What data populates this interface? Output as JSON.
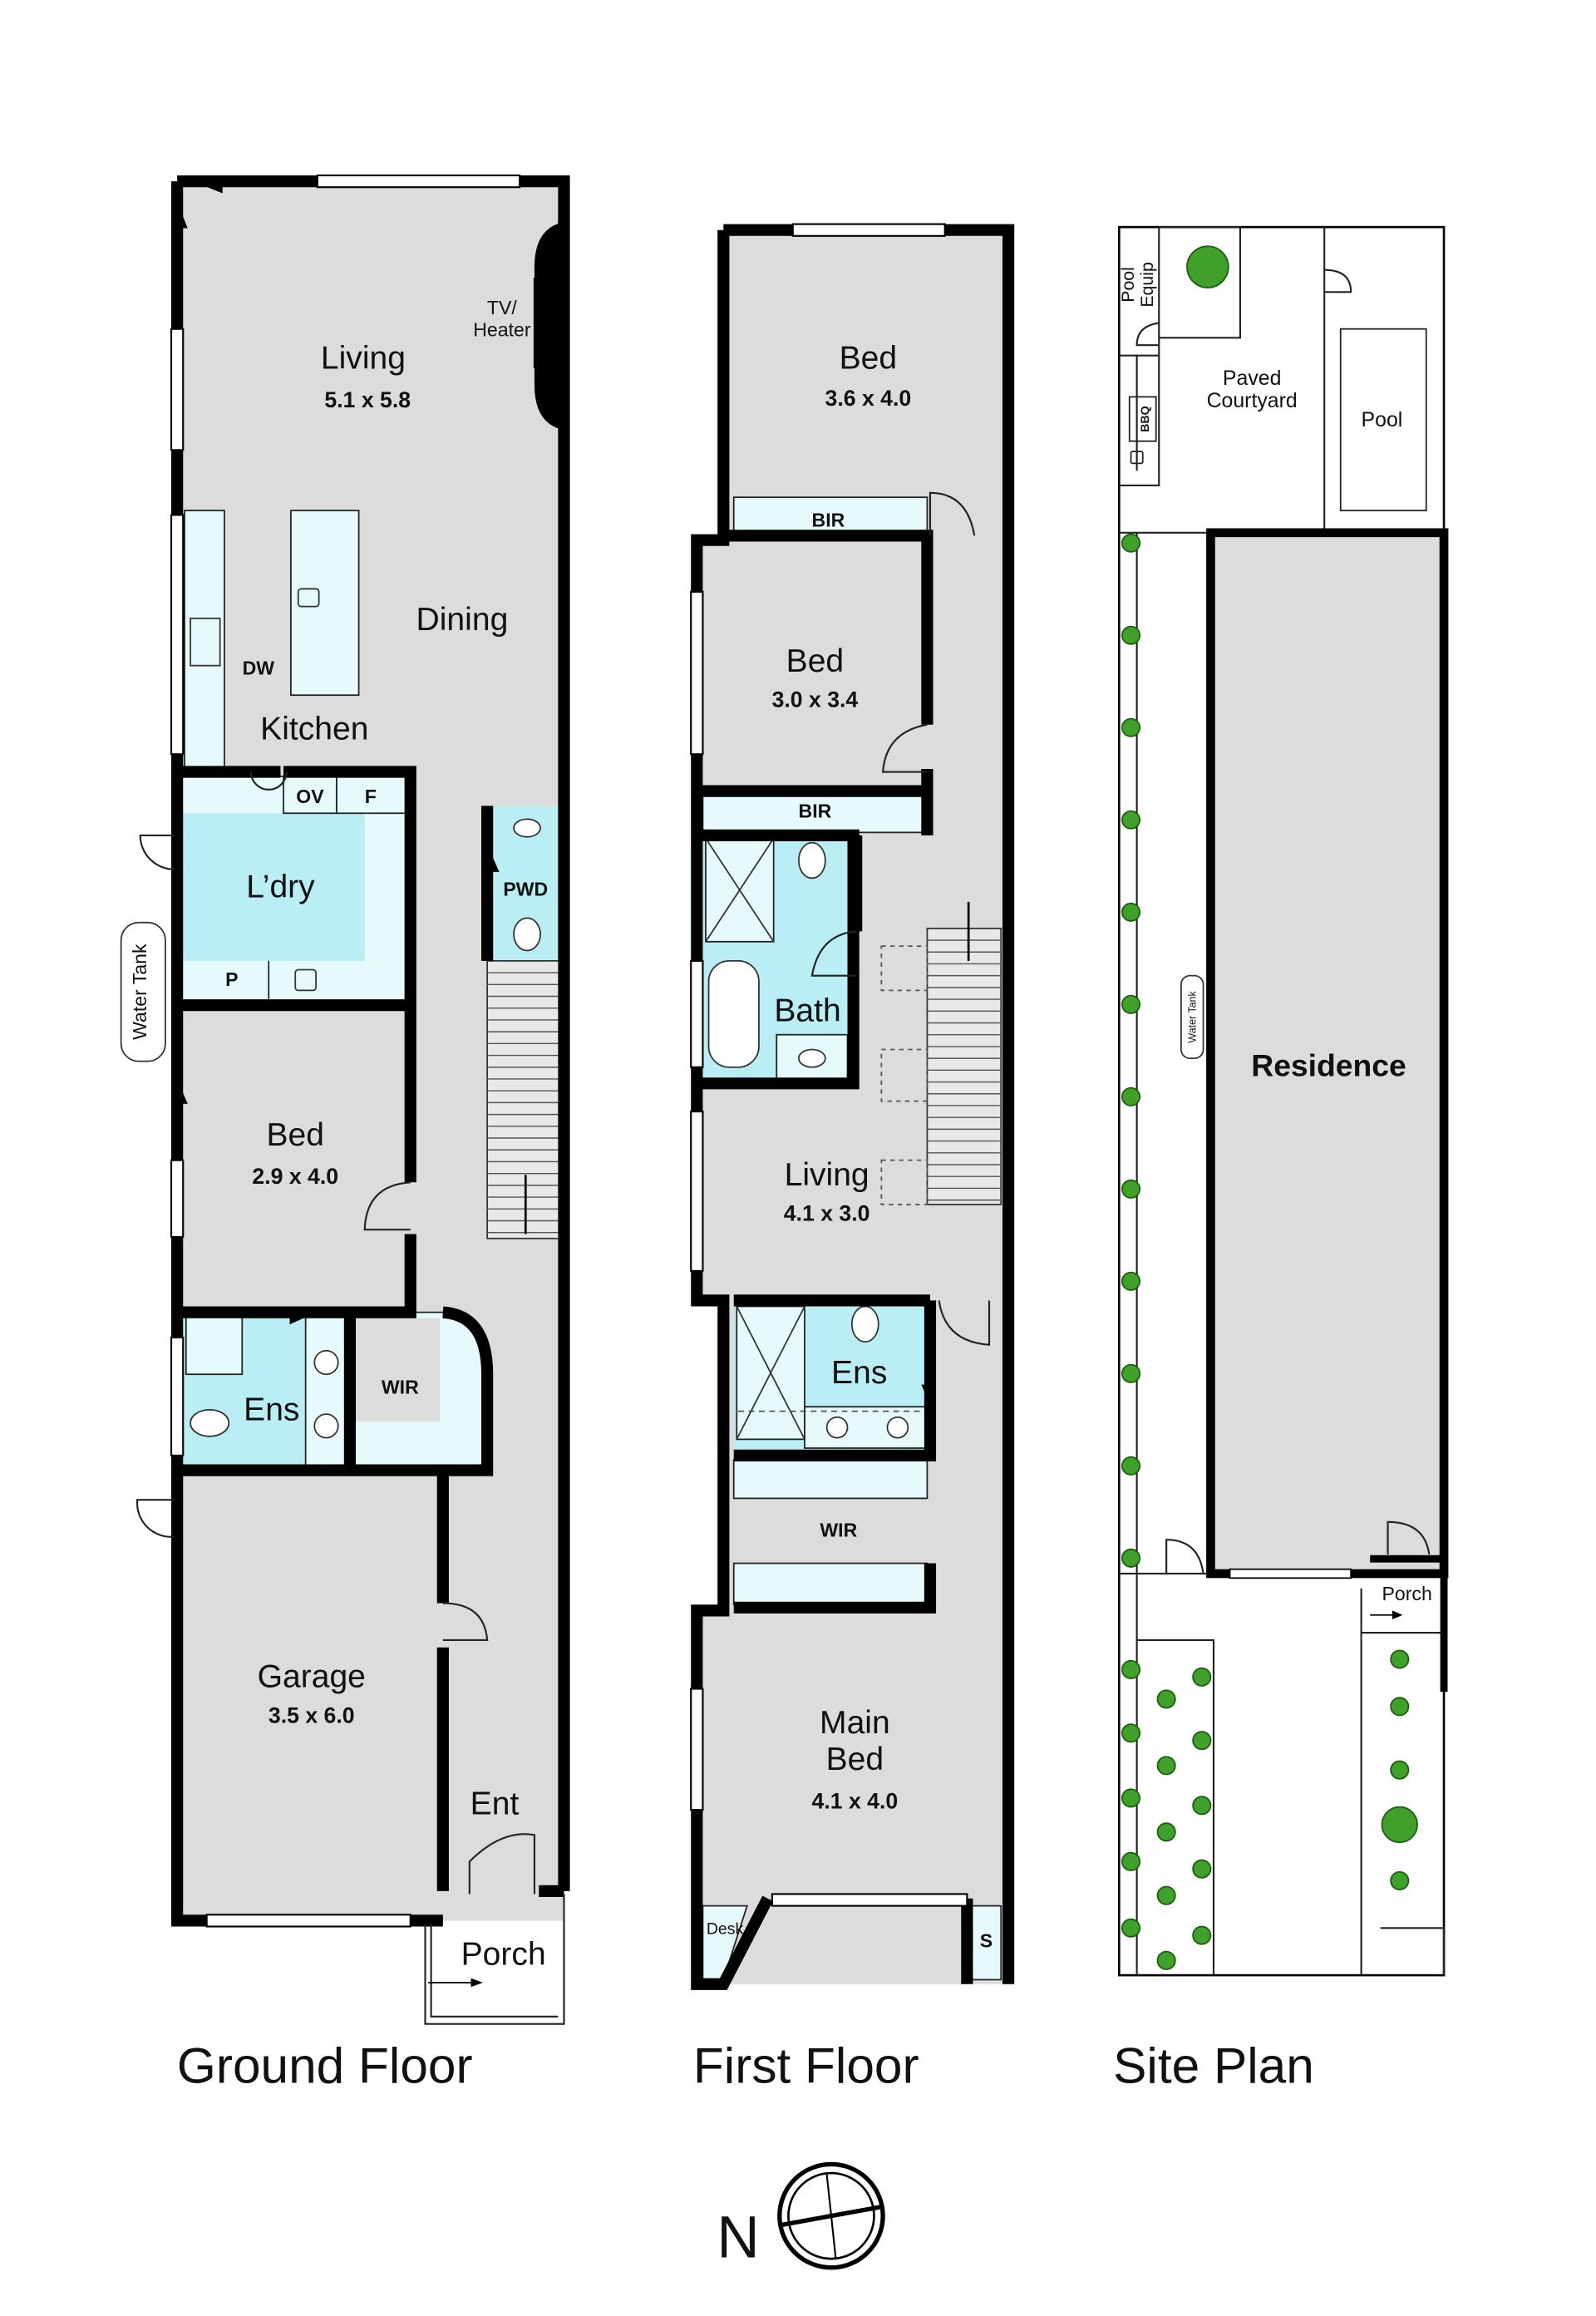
{
  "ground_floor": {
    "title": "Ground Floor",
    "rooms": {
      "living": {
        "name": "Living",
        "dims": "5.1 x 5.8"
      },
      "tv_heater": [
        "TV/",
        "Heater"
      ],
      "dining": {
        "name": "Dining"
      },
      "kitchen": {
        "name": "Kitchen"
      },
      "dw": "DW",
      "laundry": {
        "name": "L’dry"
      },
      "ov": "OV",
      "fridge": "F",
      "pantry": "P",
      "pwd": "PWD",
      "water_tank": "Water Tank",
      "bed": {
        "name": "Bed",
        "dims": "2.9 x 4.0"
      },
      "ens": {
        "name": "Ens"
      },
      "wir": "WIR",
      "garage": {
        "name": "Garage",
        "dims": "3.5 x 6.0"
      },
      "ent": "Ent",
      "porch": "Porch"
    }
  },
  "first_floor": {
    "title": "First Floor",
    "rooms": {
      "bed1": {
        "name": "Bed",
        "dims": "3.6 x 4.0"
      },
      "bir1": "BIR",
      "bed2": {
        "name": "Bed",
        "dims": "3.0 x 3.4"
      },
      "bir2": "BIR",
      "bath": "Bath",
      "living": {
        "name": "Living",
        "dims": "4.1 x 3.0"
      },
      "ens": "Ens",
      "wir": "WIR",
      "main_bed": {
        "name1": "Main",
        "name2": "Bed",
        "dims": "4.1 x 4.0"
      },
      "desk": "Desk",
      "s": "S"
    }
  },
  "site_plan": {
    "title": "Site Plan",
    "labels": {
      "pool_equip": [
        "Pool",
        "Equip"
      ],
      "courtyard": [
        "Paved",
        "Courtyard"
      ],
      "pool": "Pool",
      "bbq": "BBQ",
      "water_tank": "Water Tank",
      "residence": "Residence",
      "porch": "Porch"
    }
  },
  "compass": {
    "north": "N"
  }
}
